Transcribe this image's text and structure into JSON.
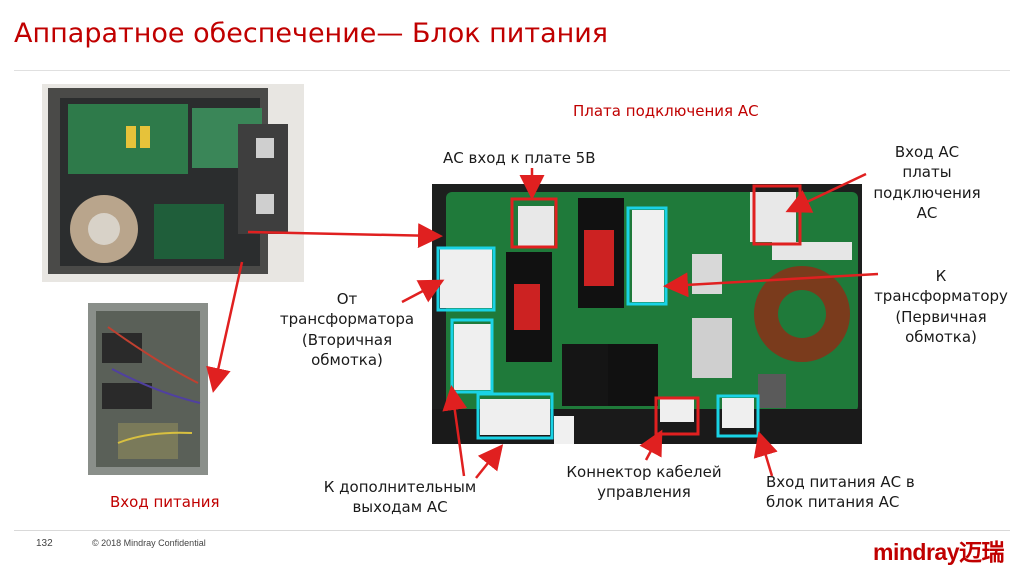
{
  "slide": {
    "title": "Аппаратное обеспечение— Блок питания",
    "page_number": "132",
    "copyright": "© 2018  Mindray Confidential",
    "logo_text": "mindray迈瑞"
  },
  "labels": {
    "board_caption": "Плата подключения АС",
    "ac_in_5v": "АС вход к плате 5В",
    "ac_in_board": [
      "Вход АС платы",
      "подключения",
      "АС"
    ],
    "from_transformer": [
      "От",
      "трансформатора",
      "(Вторичная",
      "обмотка)"
    ],
    "to_transformer": [
      "К",
      "трансформатору",
      "(Первичная",
      "обмотка)"
    ],
    "extra_outputs": [
      "К дополнительным",
      "выходам АС"
    ],
    "control_connector": [
      "Коннектор кабелей",
      "управления"
    ],
    "ac_power_input": [
      "Вход питания АС в",
      "блок питания АС"
    ],
    "power_input": "Вход питания"
  },
  "colors": {
    "accent_red": "#c00000",
    "arrow_red": "#e02020",
    "highlight_cyan": "#19d3e6",
    "highlight_red": "#e02020",
    "pcb_green": "#1f7a3a"
  }
}
